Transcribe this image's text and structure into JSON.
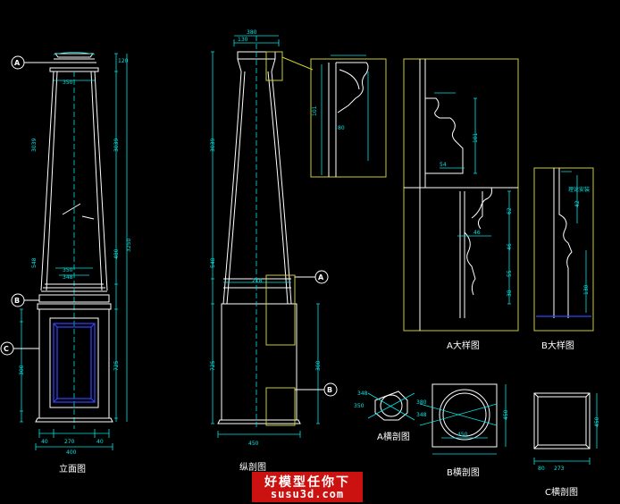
{
  "views": {
    "front_title": "立面图",
    "section_title": "纵剖图",
    "detail_a_title": "A大样图",
    "detail_b_title": "B大样图",
    "sec_a_title": "A横剖图",
    "sec_b_title": "B横剖图",
    "sec_c_title": "C横剖图"
  },
  "callouts": {
    "a": "A",
    "b": "B",
    "c": "C"
  },
  "dims": {
    "d1": "3039",
    "d2": "3039",
    "d3": "548",
    "d4": "548",
    "d5": "3250",
    "d6": "725",
    "d7": "480",
    "d8": "400",
    "d9": "270",
    "d10": "40",
    "d11": "350",
    "d12": "348",
    "d13": "380",
    "d14": "218",
    "d15": "450",
    "d16": "300",
    "d17": "273",
    "d18": "490",
    "d19": "120",
    "d20": "101",
    "d21": "80",
    "d22": "130",
    "d23": "62",
    "d24": "42",
    "d25": "46",
    "d26": "54",
    "d27": "55",
    "d28": "38"
  },
  "notes": {
    "n1": "理论安装"
  },
  "banner": {
    "line1": "好模型任你下",
    "line2": "susu3d.com"
  }
}
